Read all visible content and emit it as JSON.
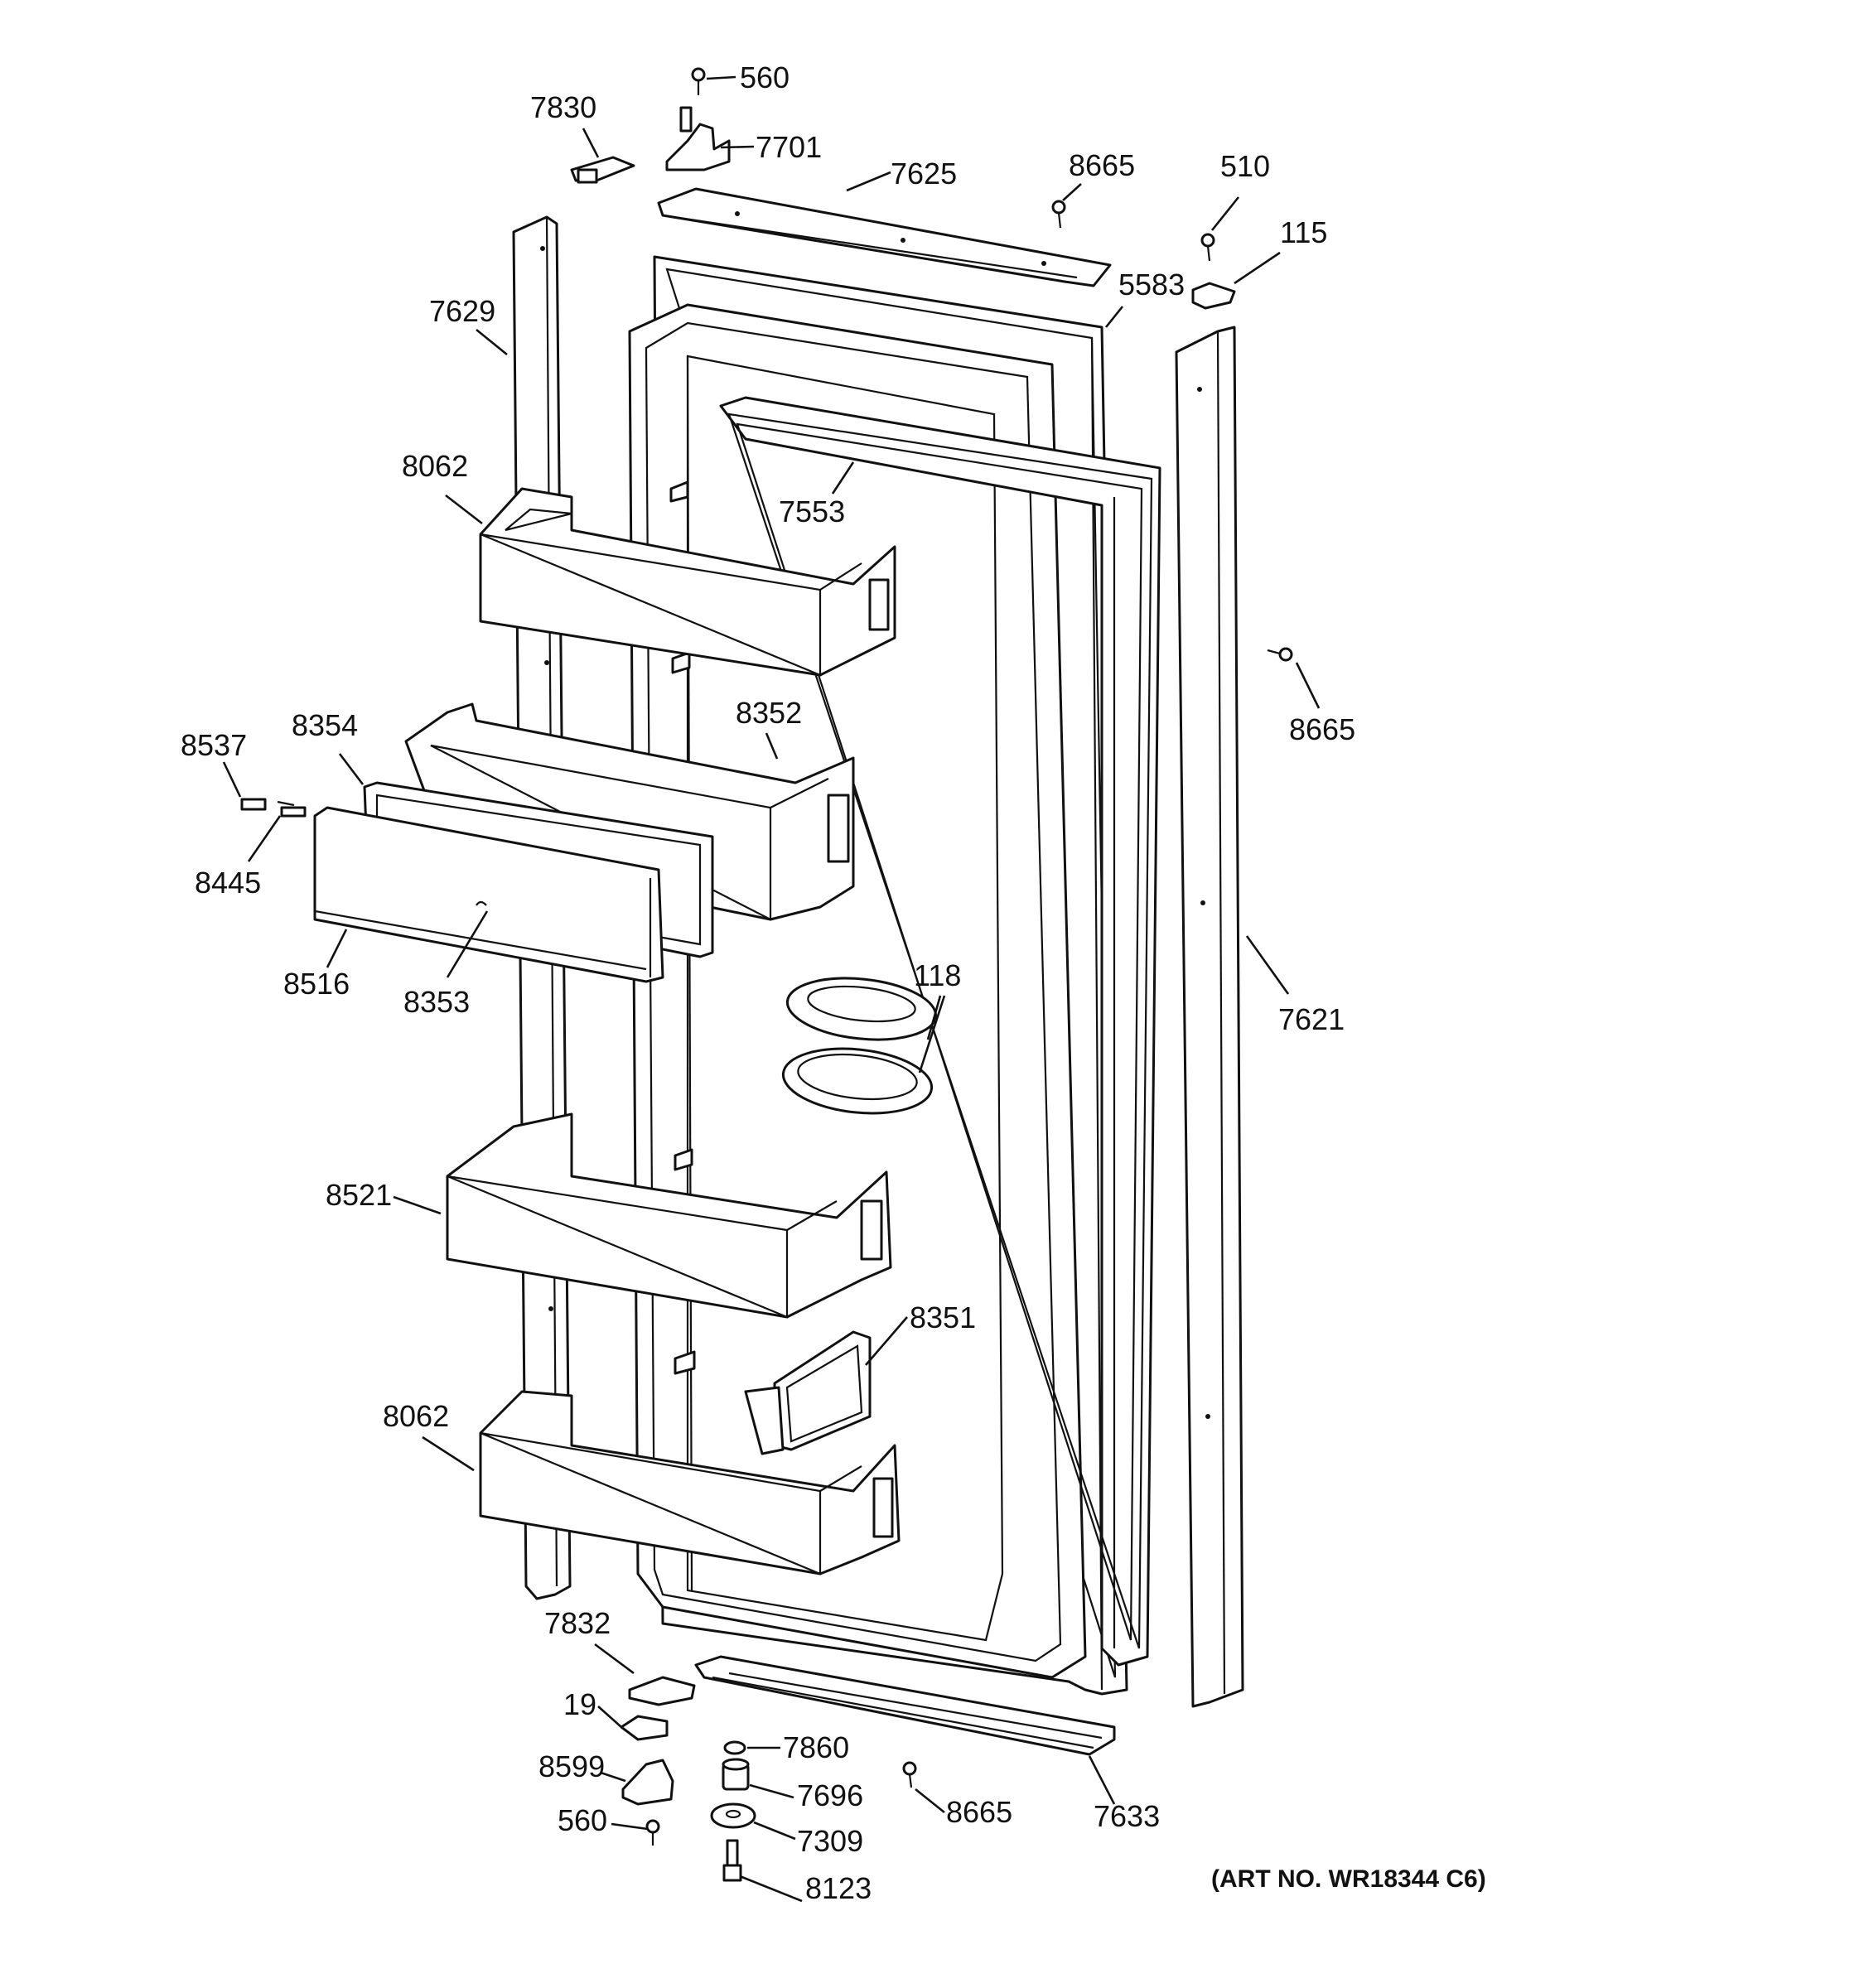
{
  "diagram": {
    "art_number": "(ART NO. WR18344 C6)",
    "callouts": [
      {
        "id": "c560a",
        "label": "560"
      },
      {
        "id": "c7830",
        "label": "7830"
      },
      {
        "id": "c7701",
        "label": "7701"
      },
      {
        "id": "c7625",
        "label": "7625"
      },
      {
        "id": "c8665a",
        "label": "8665"
      },
      {
        "id": "c510",
        "label": "510"
      },
      {
        "id": "c115",
        "label": "115"
      },
      {
        "id": "c7629",
        "label": "7629"
      },
      {
        "id": "c5583",
        "label": "5583"
      },
      {
        "id": "c8062a",
        "label": "8062"
      },
      {
        "id": "c7553",
        "label": "7553"
      },
      {
        "id": "c8665b",
        "label": "8665"
      },
      {
        "id": "c8537",
        "label": "8537"
      },
      {
        "id": "c8354",
        "label": "8354"
      },
      {
        "id": "c8352",
        "label": "8352"
      },
      {
        "id": "c8445",
        "label": "8445"
      },
      {
        "id": "c8516",
        "label": "8516"
      },
      {
        "id": "c8353",
        "label": "8353"
      },
      {
        "id": "c118",
        "label": "118"
      },
      {
        "id": "c7621",
        "label": "7621"
      },
      {
        "id": "c8521",
        "label": "8521"
      },
      {
        "id": "c8351",
        "label": "8351"
      },
      {
        "id": "c8062b",
        "label": "8062"
      },
      {
        "id": "c7832",
        "label": "7832"
      },
      {
        "id": "c19",
        "label": "19"
      },
      {
        "id": "c7860",
        "label": "7860"
      },
      {
        "id": "c8599",
        "label": "8599"
      },
      {
        "id": "c7696",
        "label": "7696"
      },
      {
        "id": "c8665c",
        "label": "8665"
      },
      {
        "id": "c560b",
        "label": "560"
      },
      {
        "id": "c7309",
        "label": "7309"
      },
      {
        "id": "c7633",
        "label": "7633"
      },
      {
        "id": "c8123",
        "label": "8123"
      }
    ]
  }
}
